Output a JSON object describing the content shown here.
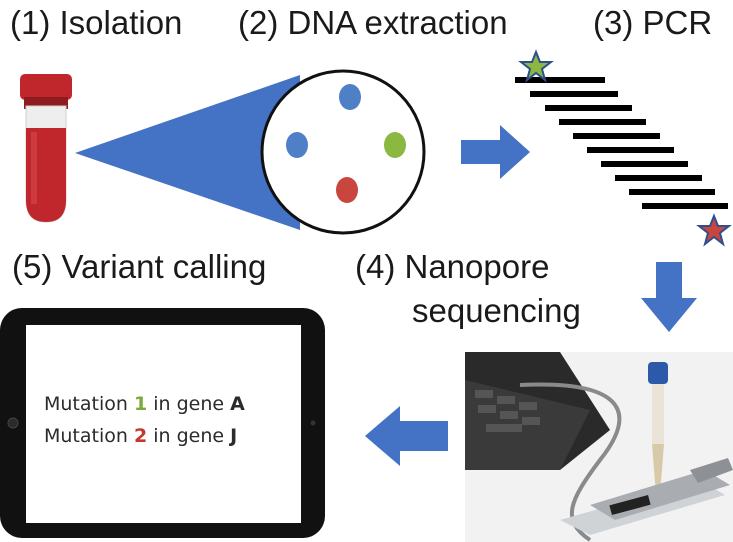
{
  "steps": {
    "isolation": "(1) Isolation",
    "dna_extraction": "(2) DNA extraction",
    "pcr": "(3) PCR",
    "nanopore_line1": "(4) Nanopore",
    "nanopore_line2": "sequencing",
    "variant_calling": "(5) Variant calling"
  },
  "tablet": {
    "line1": {
      "prefix": "Mutation ",
      "number": "1",
      "middle": " in gene ",
      "gene": "A"
    },
    "line2": {
      "prefix": "Mutation ",
      "number": "2",
      "middle": " in gene ",
      "gene": "J"
    }
  },
  "colors": {
    "arrow_blue": "#4472c4",
    "blood_red": "#c0272d",
    "dot_blue": "#4f7fc6",
    "dot_green": "#8ab840",
    "dot_red": "#c9463f",
    "number_green": "#7aab3a",
    "number_red": "#c0392b",
    "star_green": "#8ab840",
    "star_red": "#c9463f"
  },
  "icons": [
    "test-tube-icon",
    "magnifier-circle",
    "dna-dots",
    "pcr-strands",
    "star-icon",
    "arrow-icon",
    "laptop-sequencer-photo",
    "tablet-icon"
  ]
}
